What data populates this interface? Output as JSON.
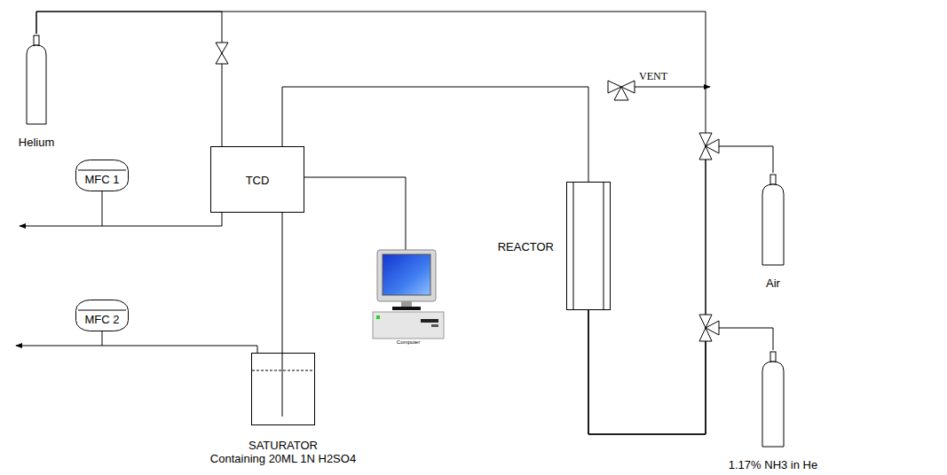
{
  "diagram": {
    "nodes": [
      {
        "text": [
          "Helium"
        ]
      },
      {
        "text": [
          "MFC 1"
        ]
      },
      {
        "text": [
          "TCD"
        ]
      },
      {
        "text": [
          "MFC 2"
        ]
      },
      {
        "text": [
          "SATURATOR",
          "Containing 20ML 1N H2SO4"
        ]
      },
      {
        "text": [
          "REACTOR"
        ]
      },
      {
        "text": [
          "Air"
        ]
      },
      {
        "text": [
          "1.17% NH3 in He"
        ]
      }
    ],
    "edges": [
      {
        "from": 0,
        "to": 2,
        "arrow": "none"
      },
      {
        "from": 0,
        "to": 5,
        "arrow": "none"
      },
      {
        "from": 6,
        "to": 5,
        "arrow": "none"
      },
      {
        "from": 7,
        "to": 5,
        "arrow": "none"
      },
      {
        "from": 5,
        "to": 2,
        "arrow": "none"
      },
      {
        "from": 2,
        "to": 4,
        "arrow": "none"
      }
    ],
    "labels": [
      "VENT",
      "Computer"
    ]
  }
}
